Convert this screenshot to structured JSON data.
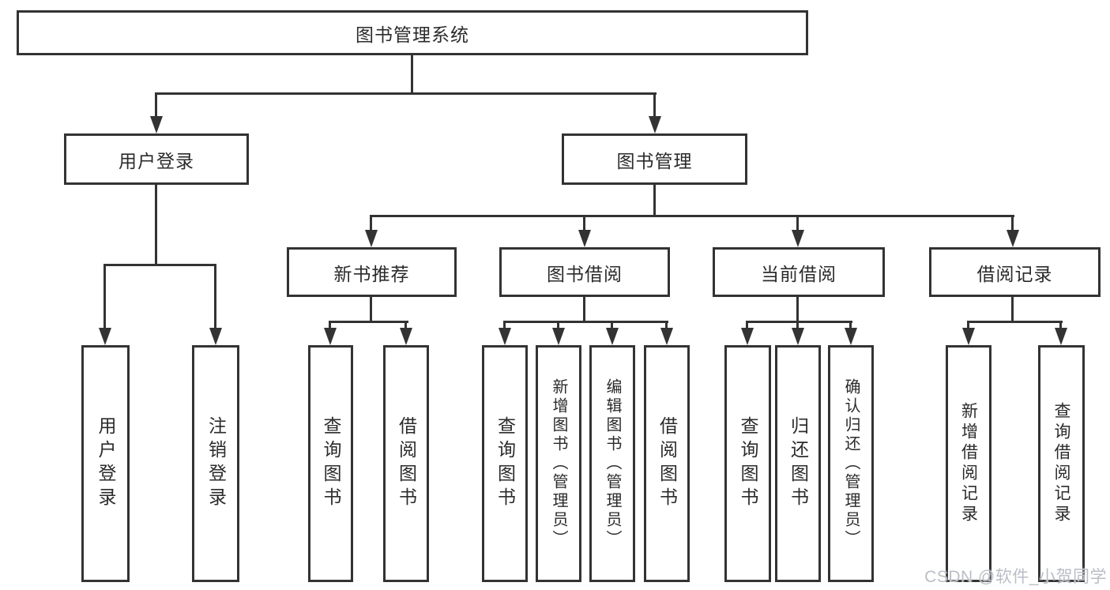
{
  "diagram_type": "function-structure-tree",
  "watermark": "CSDN @软件_小贺同学",
  "colors": {
    "line": "#333333",
    "box_border": "#333333",
    "text": "#2b2b2b",
    "background": "#ffffff",
    "watermark": "#b9bec6"
  },
  "tree": {
    "root": {
      "label": "图书管理系统"
    },
    "branches": [
      {
        "label": "用户登录",
        "children": [
          {
            "label": "用户登录"
          },
          {
            "label": "注销登录"
          }
        ]
      },
      {
        "label": "图书管理",
        "children": [
          {
            "label": "新书推荐",
            "children": [
              {
                "label": "查询图书"
              },
              {
                "label": "借阅图书"
              }
            ]
          },
          {
            "label": "图书借阅",
            "children": [
              {
                "label": "查询图书"
              },
              {
                "label": "新增图书（管理员）"
              },
              {
                "label": "编辑图书（管理员）"
              },
              {
                "label": "借阅图书"
              }
            ]
          },
          {
            "label": "当前借阅",
            "children": [
              {
                "label": "查询图书"
              },
              {
                "label": "归还图书"
              },
              {
                "label": "确认归还（管理员）"
              }
            ]
          },
          {
            "label": "借阅记录",
            "children": [
              {
                "label": "新增借阅记录"
              },
              {
                "label": "查询借阅记录"
              }
            ]
          }
        ]
      }
    ]
  }
}
